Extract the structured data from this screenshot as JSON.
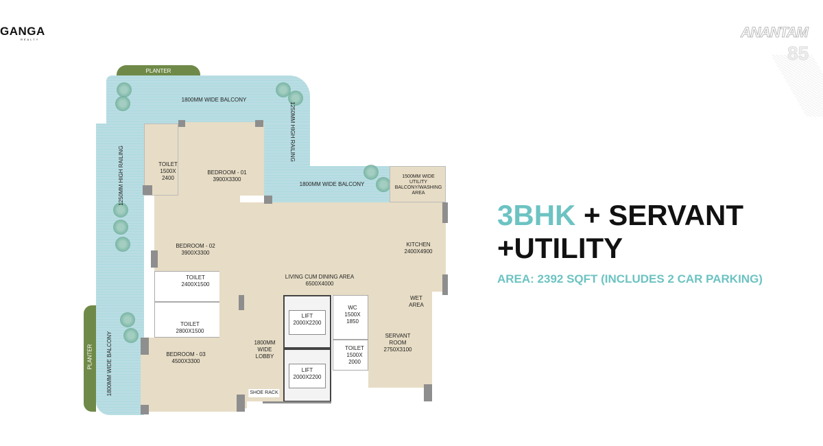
{
  "logo": {
    "name": "GANGA",
    "sub": "REALTY"
  },
  "brand": {
    "name": "ANANTAM",
    "number": "85"
  },
  "heading": {
    "highlight": "3BHK",
    "rest": " + SERVANT",
    "line2": "+UTILITY",
    "area": "AREA: 2392 SQFT (INCLUDES 2 CAR PARKING)"
  },
  "colors": {
    "accent": "#6cc3c2",
    "balcony": "#b9dde3",
    "room": "#e7dcc5",
    "planter": "#6f8a48"
  },
  "plan": {
    "planter_top": "PLANTER",
    "planter_left": "PLANTER",
    "balcony_top": "1800MM WIDE BALCONY",
    "railing_right": "1250MM HIGH RAILING",
    "railing_left": "1250MM HIGH RAILING",
    "balcony_mid": "1800MM WIDE BALCONY",
    "balcony_left": "1800MM WIDE BALCONY",
    "utility": [
      "1500MM WIDE",
      "UTILITY",
      "BALCONY/WASHING",
      "AREA"
    ],
    "toilet1": [
      "TOILET",
      "1500X",
      "2400"
    ],
    "bedroom1": [
      "BEDROOM - 01",
      "3900X3300"
    ],
    "bedroom2": [
      "BEDROOM - 02",
      "3900X3300"
    ],
    "bedroom3": [
      "BEDROOM - 03",
      "4500X3300"
    ],
    "kitchen": [
      "KITCHEN",
      "2400X4900"
    ],
    "living": [
      "LIVING CUM DINING AREA",
      "6500X4000"
    ],
    "toilet2": [
      "TOILET",
      "2400X1500"
    ],
    "toilet3": [
      "TOILET",
      "2800X1500"
    ],
    "wet": [
      "WET",
      "AREA"
    ],
    "wc": [
      "WC",
      "1500X",
      "1850"
    ],
    "lift1": [
      "LIFT",
      "2000X2200"
    ],
    "lift2": [
      "LIFT",
      "2000X2200"
    ],
    "lobby": [
      "1800MM",
      "WIDE",
      "LOBBY"
    ],
    "servant": [
      "SERVANT",
      "ROOM",
      "2750X3100"
    ],
    "toilet4": [
      "TOILET",
      "1500X",
      "2000"
    ],
    "shoe": "SHOE RACK"
  }
}
